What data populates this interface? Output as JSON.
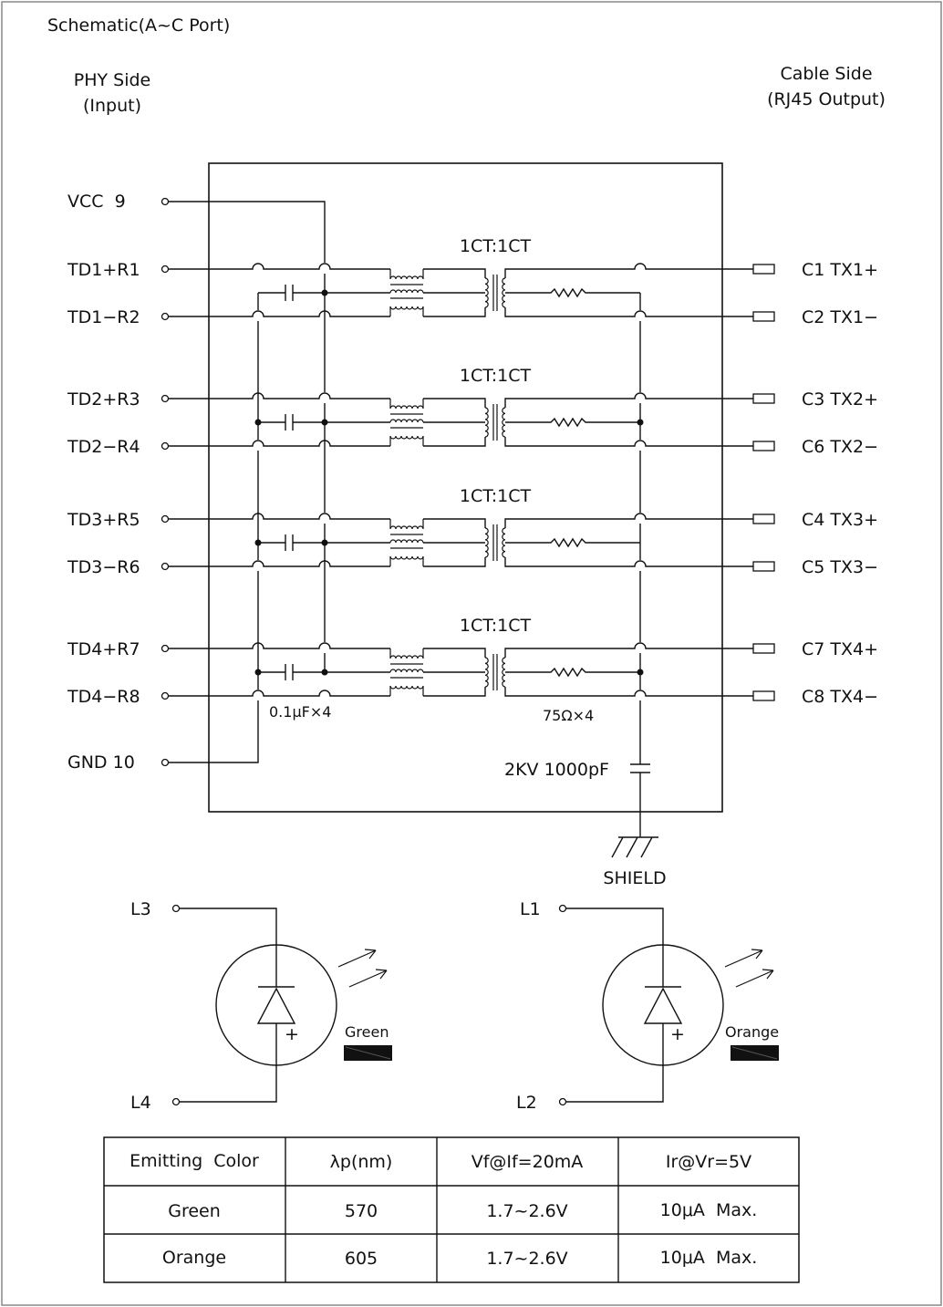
{
  "title": "Schematic(A~C Port)",
  "phy_side": {
    "line1": "PHY Side",
    "line2": "(Input)"
  },
  "cable_side": {
    "line1": "Cable Side",
    "line2": "(RJ45 Output)"
  },
  "vcc_label": "VCC  9",
  "gnd_label": "GND 10",
  "channels": [
    {
      "ratio": "1CT:1CT",
      "left_plus": "TD1+R1",
      "left_minus": "TD1−R2",
      "right_plus": "C1  TX1+",
      "right_minus": "C2  TX1−"
    },
    {
      "ratio": "1CT:1CT",
      "left_plus": "TD2+R3",
      "left_minus": "TD2−R4",
      "right_plus": "C3  TX2+",
      "right_minus": "C6  TX2−"
    },
    {
      "ratio": "1CT:1CT",
      "left_plus": "TD3+R5",
      "left_minus": "TD3−R6",
      "right_plus": "C4  TX3+",
      "right_minus": "C5  TX3−"
    },
    {
      "ratio": "1CT:1CT",
      "left_plus": "TD4+R7",
      "left_minus": "TD4−R8",
      "right_plus": "C7  TX4+",
      "right_minus": "C8  TX4−"
    }
  ],
  "capacitor_note": "0.1μF×4",
  "resistor_note": "75Ω×4",
  "hv_cap_label": "2KV 1000pF",
  "shield_label": "SHIELD",
  "leds": [
    {
      "top_pin": "L3",
      "bottom_pin": "L4",
      "color_name": "Green",
      "plus": "+"
    },
    {
      "top_pin": "L1",
      "bottom_pin": "L2",
      "color_name": "Orange",
      "plus": "+"
    }
  ],
  "table": {
    "headers": [
      "Emitting  Color",
      "λp(nm)",
      "Vf@If=20mA",
      "Ir@Vr=5V"
    ],
    "rows": [
      [
        "Green",
        "570",
        "1.7~2.6V",
        "10μA  Max."
      ],
      [
        "Orange",
        "605",
        "1.7~2.6V",
        "10μA  Max."
      ]
    ]
  }
}
